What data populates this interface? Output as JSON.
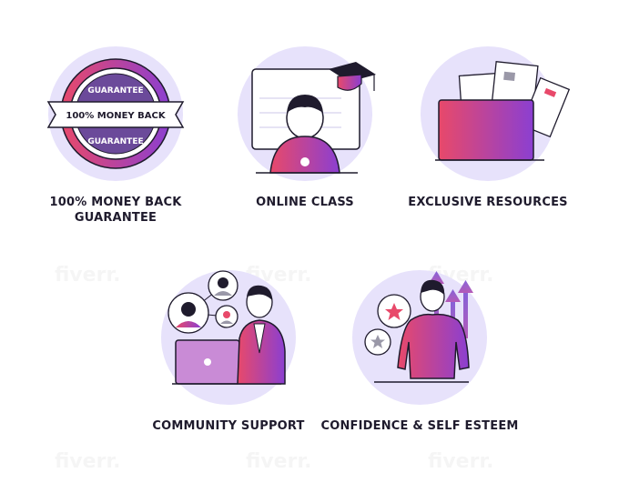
{
  "features": [
    {
      "label": "100% MONEY BACK GUARANTEE",
      "icon": "money-back-guarantee-badge-icon"
    },
    {
      "label": "ONLINE CLASS",
      "icon": "online-class-student-icon"
    },
    {
      "label": "EXCLUSIVE RESOURCES",
      "icon": "folder-documents-icon"
    },
    {
      "label": "COMMUNITY SUPPORT",
      "icon": "community-support-icon"
    },
    {
      "label": "CONFIDENCE & SELF ESTEEM",
      "icon": "confidence-person-icon"
    }
  ],
  "badge": {
    "arc_top": "GUARANTEE",
    "ribbon": "100% MONEY BACK",
    "arc_bottom": "GUARANTEE"
  },
  "colors": {
    "circle_bg": "#e7e2fb",
    "gradient_start": "#e8496a",
    "gradient_end": "#8b3fd1",
    "outline": "#1f1b2d"
  }
}
